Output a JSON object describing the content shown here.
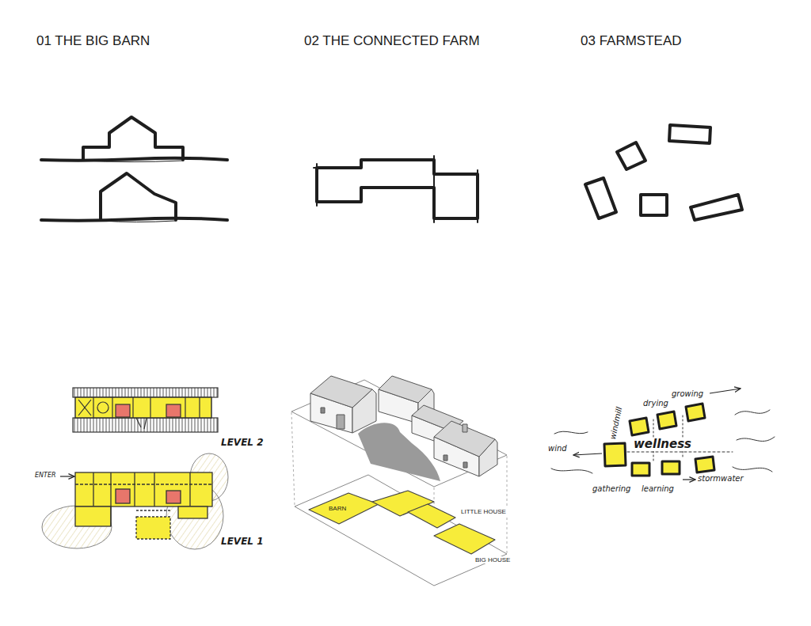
{
  "diagram": {
    "labels": [
      "01 THE BIG BARN",
      "02 THE CONNECTED FARM",
      "03 FARMSTEAD",
      "LEVEL 2",
      "ENTER",
      "LEVEL 1",
      "BARN",
      "LITTLE HOUSE",
      "BIG HOUSE",
      "windmill",
      "drying",
      "growing",
      "wind",
      "wellness",
      "gathering",
      "learning",
      "stormwater"
    ]
  }
}
